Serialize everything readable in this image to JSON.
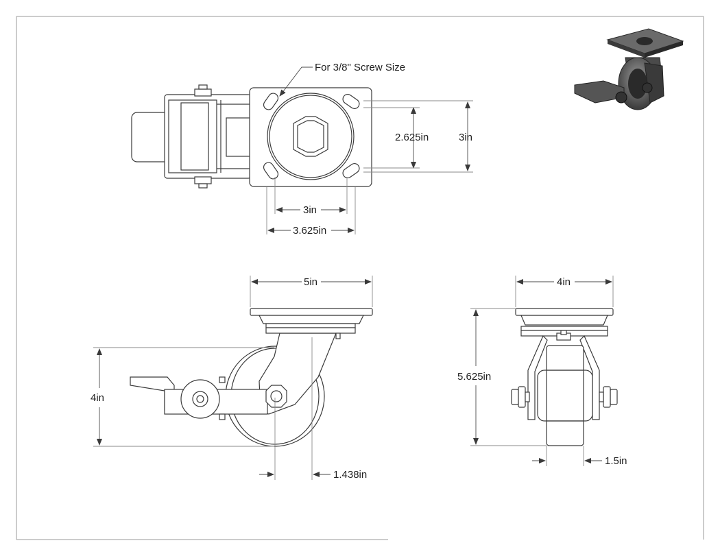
{
  "note": "For 3/8\" Screw Size",
  "top_view": {
    "dim_hole_spacing_v": "2.625in",
    "dim_plate_height": "3in",
    "dim_hole_spacing_h": "3in",
    "dim_plate_width": "3.625in"
  },
  "side_view": {
    "dim_plate_length": "5in",
    "dim_height": "4in",
    "dim_offset": "1.438in"
  },
  "front_view": {
    "dim_plate_width": "4in",
    "dim_overall_height": "5.625in",
    "dim_wheel_width": "1.5in"
  }
}
